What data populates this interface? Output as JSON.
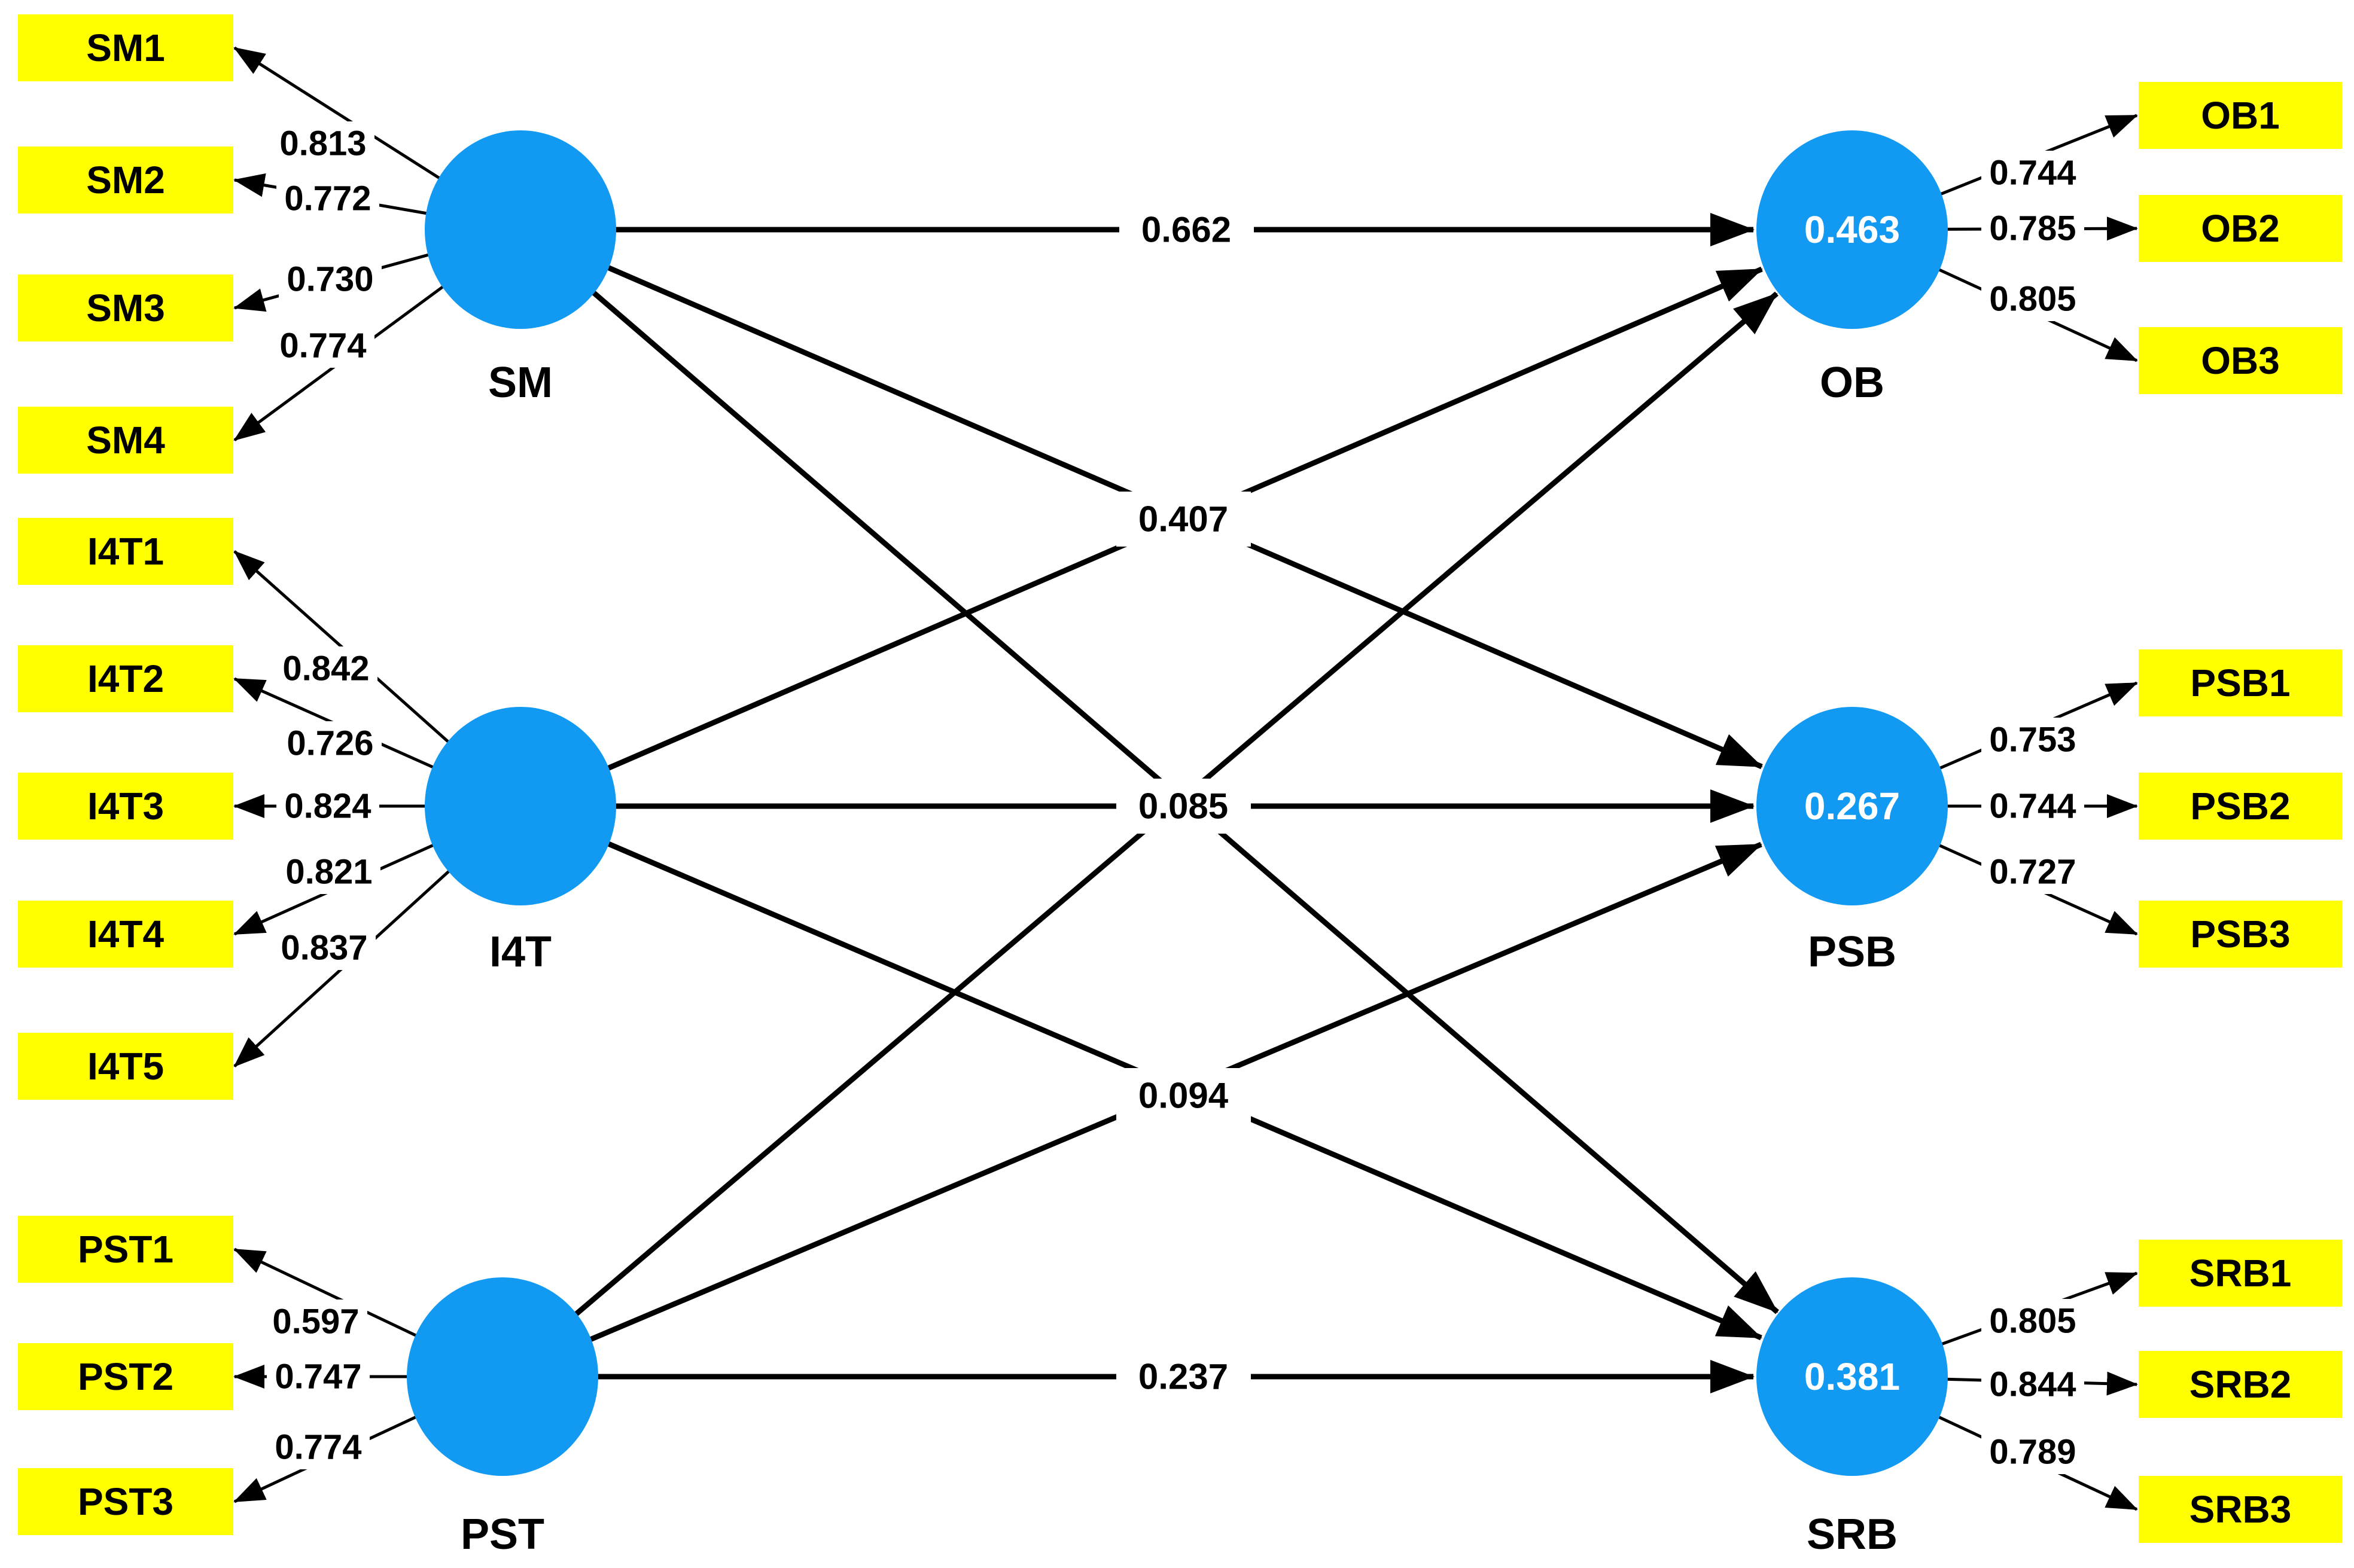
{
  "diagram": {
    "type": "pls-sem-path-model",
    "colors": {
      "latent_fill": "#1299F2",
      "indicator_fill": "#FFFF00",
      "line": "#000000",
      "r2_text": "#FFFFFF",
      "label_text": "#000000"
    },
    "latents": [
      {
        "name": "SM",
        "role": "exogenous",
        "indicators": [
          {
            "name": "SM1",
            "loading": "0.813"
          },
          {
            "name": "SM2",
            "loading": "0.772"
          },
          {
            "name": "SM3",
            "loading": "0.730"
          },
          {
            "name": "SM4",
            "loading": "0.774"
          }
        ]
      },
      {
        "name": "I4T",
        "role": "exogenous",
        "indicators": [
          {
            "name": "I4T1",
            "loading": "0.842"
          },
          {
            "name": "I4T2",
            "loading": "0.726"
          },
          {
            "name": "I4T3",
            "loading": "0.824"
          },
          {
            "name": "I4T4",
            "loading": "0.821"
          },
          {
            "name": "I4T5",
            "loading": "0.837"
          }
        ]
      },
      {
        "name": "PST",
        "role": "exogenous",
        "indicators": [
          {
            "name": "PST1",
            "loading": "0.597"
          },
          {
            "name": "PST2",
            "loading": "0.747"
          },
          {
            "name": "PST3",
            "loading": "0.774"
          }
        ]
      },
      {
        "name": "OB",
        "role": "endogenous",
        "r2": "0.463",
        "indicators": [
          {
            "name": "OB1",
            "loading": "0.744"
          },
          {
            "name": "OB2",
            "loading": "0.785"
          },
          {
            "name": "OB3",
            "loading": "0.805"
          }
        ]
      },
      {
        "name": "PSB",
        "role": "endogenous",
        "r2": "0.267",
        "indicators": [
          {
            "name": "PSB1",
            "loading": "0.753"
          },
          {
            "name": "PSB2",
            "loading": "0.744"
          },
          {
            "name": "PSB3",
            "loading": "0.727"
          }
        ]
      },
      {
        "name": "SRB",
        "role": "endogenous",
        "r2": "0.381",
        "indicators": [
          {
            "name": "SRB1",
            "loading": "0.805"
          },
          {
            "name": "SRB2",
            "loading": "0.844"
          },
          {
            "name": "SRB3",
            "loading": "0.789"
          }
        ]
      }
    ],
    "structural_paths": [
      {
        "from": "SM",
        "to": "OB"
      },
      {
        "from": "SM",
        "to": "PSB"
      },
      {
        "from": "SM",
        "to": "SRB"
      },
      {
        "from": "I4T",
        "to": "OB"
      },
      {
        "from": "I4T",
        "to": "PSB"
      },
      {
        "from": "I4T",
        "to": "SRB"
      },
      {
        "from": "PST",
        "to": "OB"
      },
      {
        "from": "PST",
        "to": "PSB"
      },
      {
        "from": "PST",
        "to": "SRB"
      }
    ],
    "path_labels": [
      {
        "text": "0.662",
        "position": "on SM to OB horizontal line"
      },
      {
        "text": "0.407",
        "position": "at crossing of SM-PSB and I4T-OB lines"
      },
      {
        "text": "0.085",
        "position": "on I4T to PSB horizontal line"
      },
      {
        "text": "0.094",
        "position": "at crossing of I4T-SRB and PST-PSB lines"
      },
      {
        "text": "0.237",
        "position": "on PST to SRB horizontal line"
      }
    ]
  }
}
